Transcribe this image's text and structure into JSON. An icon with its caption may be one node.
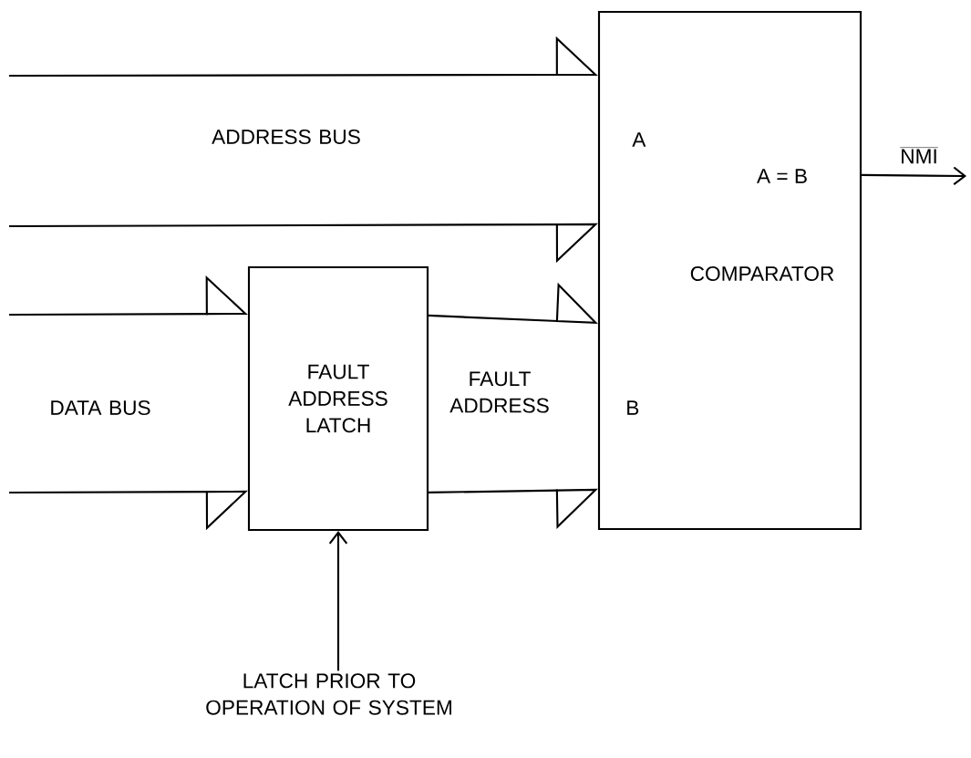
{
  "diagram": {
    "nodes": [
      {
        "text": [
          "COMPARATOR",
          "A",
          "A = B",
          "B"
        ]
      },
      {
        "text": [
          "FAULT ADDRESS LATCH"
        ]
      },
      {
        "text": [
          "LATCH PRIOR TO OPERATION OF SYSTEM"
        ]
      }
    ],
    "edges": [
      {
        "from": null,
        "to": 0,
        "arrow": "to",
        "label": "ADDRESS BUS"
      },
      {
        "from": null,
        "to": 1,
        "arrow": "to",
        "label": "DATA BUS"
      },
      {
        "from": 1,
        "to": 0,
        "arrow": "to",
        "label": "FAULT ADDRESS"
      },
      {
        "from": 2,
        "to": 1,
        "arrow": "to"
      },
      {
        "from": 0,
        "to": null,
        "arrow": "to",
        "label": "NMI"
      }
    ]
  }
}
